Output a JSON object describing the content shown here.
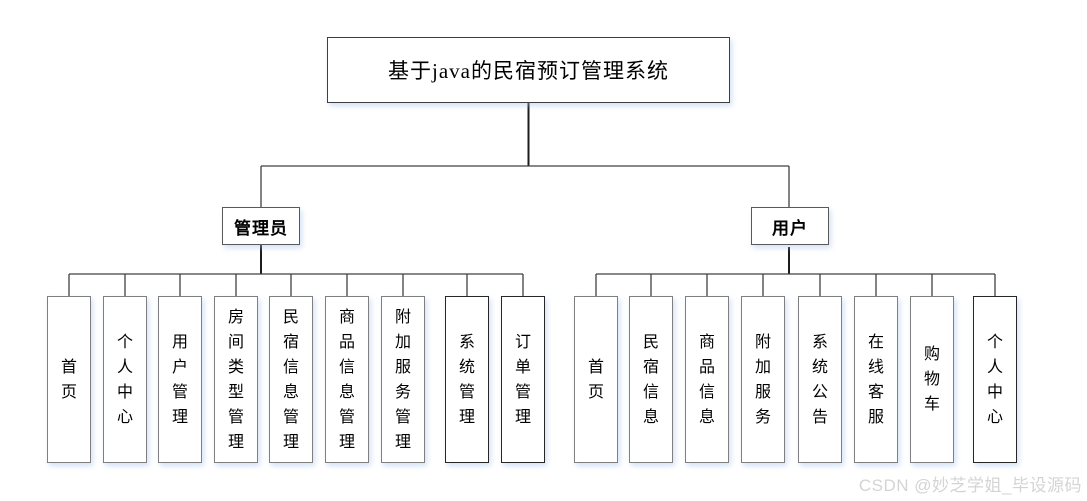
{
  "diagram": {
    "title": "基于java的民宿预订管理系统",
    "roles": [
      {
        "name": "管理员",
        "children": [
          "首页",
          "个人中心",
          "用户管理",
          "房间类型管理",
          "民宿信息管理",
          "商品信息管理",
          "附加服务管理",
          "系统管理",
          "订单管理"
        ]
      },
      {
        "name": "用户",
        "children": [
          "首页",
          "民宿信息",
          "商品信息",
          "附加服务",
          "系统公告",
          "在线客服",
          "购物车",
          "个人中心"
        ]
      }
    ]
  },
  "watermark": "CSDN @妙芝学姐_毕设源码",
  "colors": {
    "background": "#ffffff",
    "box_fill": "#ffffff",
    "box_border": "#7f7f7f",
    "box_border_dark": "#262626",
    "title_border": "#3f3f3f",
    "connector_line": "#404040",
    "text": "#000000",
    "watermark_text": "#d4d4d4",
    "box_shadow": "#a0bEeb"
  }
}
